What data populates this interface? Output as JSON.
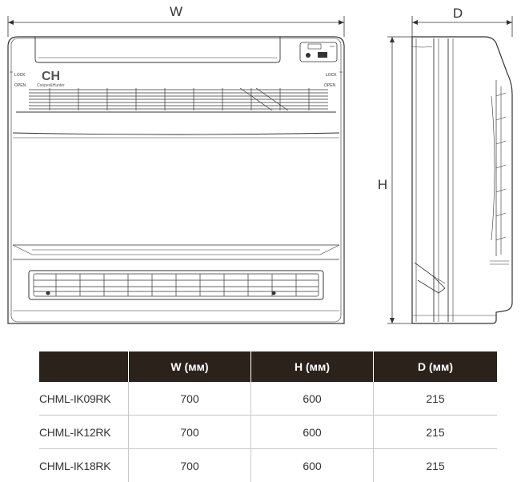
{
  "dimensions": {
    "width_symbol": "W",
    "height_symbol": "H",
    "depth_symbol": "D"
  },
  "unit": {
    "brand_logo": "CH",
    "brand_name": "Cooper&Hunter",
    "lock_left": "LOCK",
    "open_left": "OPEN",
    "lock_right": "LOCK",
    "open_right": "OPEN"
  },
  "table": {
    "headers": [
      "",
      "W (мм)",
      "H (мм)",
      "D (мм)"
    ],
    "rows": [
      {
        "model": "CHML-IK09RK",
        "w": "700",
        "h": "600",
        "d": "215"
      },
      {
        "model": "CHML-IK12RK",
        "w": "700",
        "h": "600",
        "d": "215"
      },
      {
        "model": "CHML-IK18RK",
        "w": "700",
        "h": "600",
        "d": "215"
      }
    ]
  }
}
